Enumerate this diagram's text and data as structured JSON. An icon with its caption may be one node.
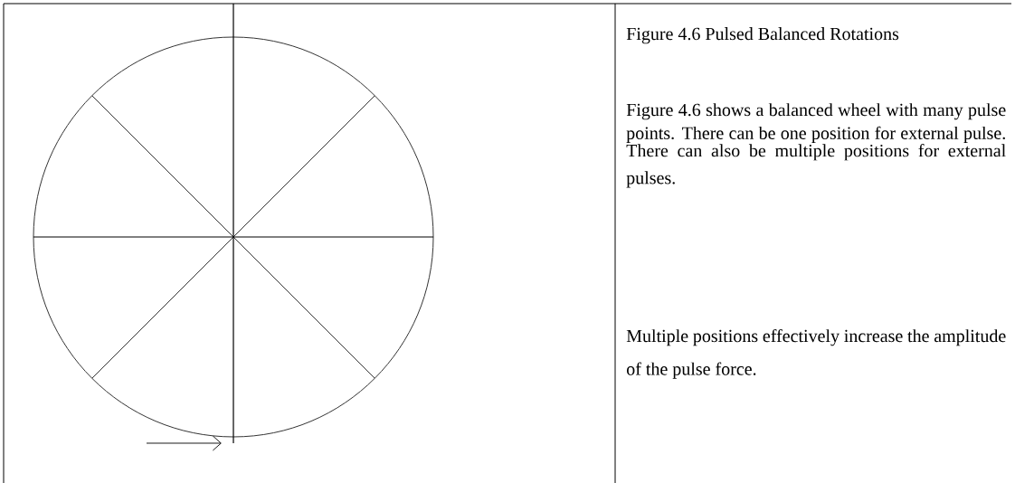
{
  "diagram": {
    "title": "Figure 4.6 Pulsed Balanced Rotations",
    "labels": [
      "Figure 4.6 shows a balanced wheel with many pulse points.  There can be one position for external pulse.  There can also be multiple positions for external pulses.",
      "Multiple positions effectively increase the amplitude of the pulse force."
    ]
  }
}
